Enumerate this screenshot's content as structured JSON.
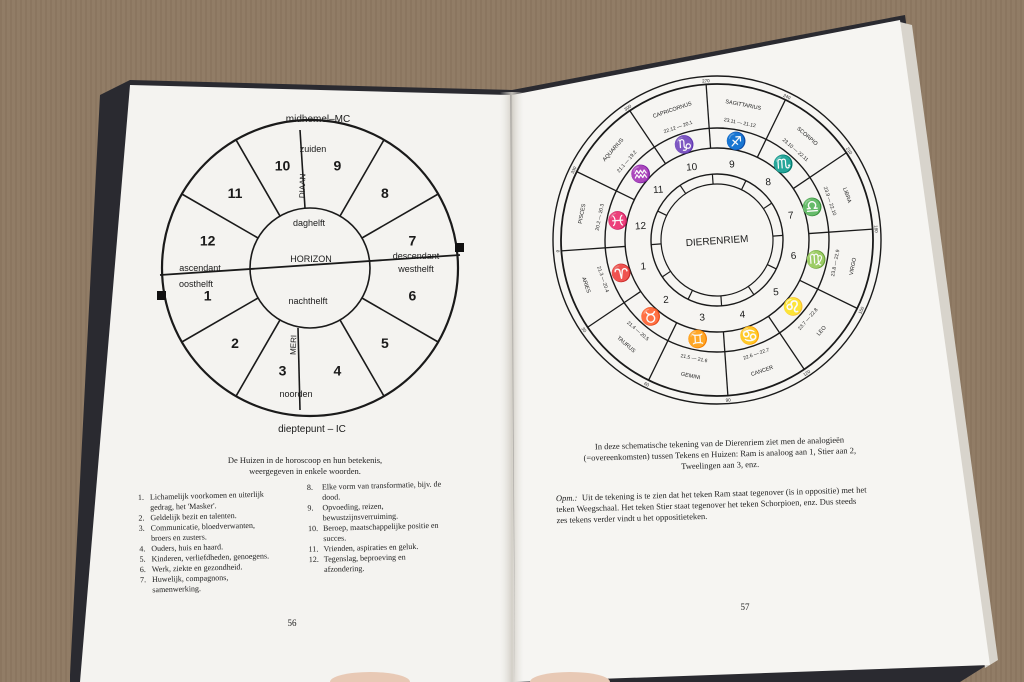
{
  "left_page": {
    "page_number": "56",
    "chart": {
      "top_label": "midhemel–MC",
      "bottom_label": "dieptepunt – IC",
      "south": "zuiden",
      "north": "noorden",
      "dag": "daghelft",
      "nacht": "nachthelft",
      "horizon": "HORIZON",
      "ascendant": "ascendant",
      "oosthelft": "oosthelft",
      "descendant": "descendant",
      "westhelft": "westhelft",
      "meridiaan_top": "DIAAN",
      "meridiaan_bottom": "MERI",
      "houses": [
        "1",
        "2",
        "3",
        "4",
        "5",
        "6",
        "7",
        "8",
        "9",
        "10",
        "11",
        "12"
      ]
    },
    "caption_line1": "De Huizen in de horoscoop en hun betekenis,",
    "caption_line2": "weergegeven in enkele woorden.",
    "list_left": [
      {
        "num": "1.",
        "lines": [
          "Lichamelijk voorkomen en uiterlijk",
          "gedrag, het 'Masker'."
        ]
      },
      {
        "num": "2.",
        "lines": [
          "Geldelijk bezit en talenten."
        ]
      },
      {
        "num": "3.",
        "lines": [
          "Communicatie, bloedverwanten,",
          "broers en zusters."
        ]
      },
      {
        "num": "4.",
        "lines": [
          "Ouders, huis en haard."
        ]
      },
      {
        "num": "5.",
        "lines": [
          "Kinderen, verliefdheden, genoegens."
        ]
      },
      {
        "num": "6.",
        "lines": [
          "Werk, ziekte en gezondheid."
        ]
      },
      {
        "num": "7.",
        "lines": [
          "Huwelijk, compagnons,",
          "samenwerking."
        ]
      }
    ],
    "list_right": [
      {
        "num": "8.",
        "lines": [
          "Elke vorm van transformatie, bijv. de",
          "dood."
        ]
      },
      {
        "num": "9.",
        "lines": [
          "Opvoeding, reizen,",
          "bewustzijnsverruiming."
        ]
      },
      {
        "num": "10.",
        "lines": [
          "Beroep, maatschappelijke positie en",
          "succes."
        ]
      },
      {
        "num": "11.",
        "lines": [
          "Vrienden, aspiraties en geluk."
        ]
      },
      {
        "num": "12.",
        "lines": [
          "Tegenslag, beproeving en",
          "afzondering."
        ]
      }
    ]
  },
  "right_page": {
    "page_number": "57",
    "chart": {
      "center": "DIERENRIEM",
      "signs": [
        "ARIES",
        "TAURUS",
        "GEMINI",
        "CANCER",
        "LEO",
        "VIRGO",
        "LIBRA",
        "SCORPIO",
        "SAGITTARIUS",
        "CAPRICORNUS",
        "AQUARIUS",
        "PISCES"
      ],
      "glyphs": [
        "♈",
        "♉",
        "♊",
        "♋",
        "♌",
        "♍",
        "♎",
        "♏",
        "♐",
        "♑",
        "♒",
        "♓"
      ],
      "dates": [
        "21.3 — 20.4",
        "21.4 — 20.5",
        "21.5 — 21.6",
        "22.6 — 22.7",
        "23.7 — 22.8",
        "23.8 — 22.9",
        "23.9 — 22.10",
        "23.10 — 22.11",
        "23.11 — 21.12",
        "22.12 — 20.1",
        "21.1 — 19.2",
        "20.2 — 20.3"
      ],
      "degrees": [
        "0",
        "30",
        "60",
        "90",
        "120",
        "150",
        "180",
        "210",
        "240",
        "270",
        "300",
        "330"
      ],
      "houses": [
        "1",
        "2",
        "3",
        "4",
        "5",
        "6",
        "7",
        "8",
        "9",
        "10",
        "11",
        "12"
      ]
    },
    "caption_line1": "In deze schematische tekening van de Dierenriem ziet men de analogieën",
    "caption_line2": "(=overeenkomsten) tussen Tekens en Huizen: Ram is analoog aan 1, Stier aan 2,",
    "caption_line3": "Tweelingen aan 3, enz.",
    "note_label": "Opm.:",
    "note_line1": "Uit de tekening is te zien dat het teken Ram staat tegenover (is in oppositie) met het",
    "note_line2": "teken Weegschaal. Het teken Stier staat tegenover het teken Schorpioen, enz. Dus steeds",
    "note_line3": "zes tekens verder vindt u het oppositieteken."
  }
}
